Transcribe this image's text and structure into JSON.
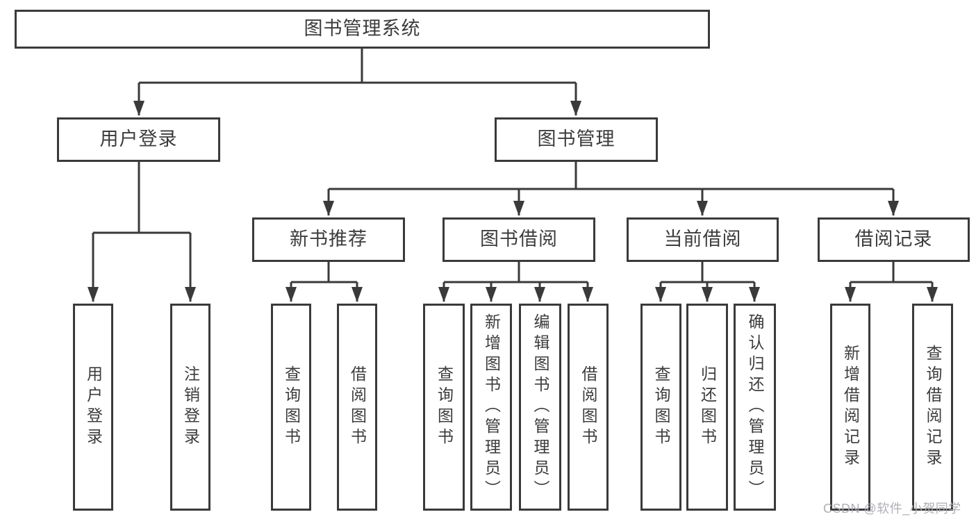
{
  "watermark": "CSDN @软件_小贺同学",
  "colors": {
    "line": "#3a3a3a",
    "border": "#3a3a3a",
    "text": "#3c3c3c",
    "background": "#ffffff",
    "watermark": "#ababb2"
  },
  "tree": {
    "label": "图书管理系统",
    "children": [
      {
        "label": "用户登录",
        "children": [
          {
            "label": "用户登录"
          },
          {
            "label": "注销登录"
          }
        ]
      },
      {
        "label": "图书管理",
        "children": [
          {
            "label": "新书推荐",
            "children": [
              {
                "label": "查询图书"
              },
              {
                "label": "借阅图书"
              }
            ]
          },
          {
            "label": "图书借阅",
            "children": [
              {
                "label": "查询图书"
              },
              {
                "label": "新增图书（管理员）"
              },
              {
                "label": "编辑图书（管理员）"
              },
              {
                "label": "借阅图书"
              }
            ]
          },
          {
            "label": "当前借阅",
            "children": [
              {
                "label": "查询图书"
              },
              {
                "label": "归还图书"
              },
              {
                "label": "确认归还（管理员）"
              }
            ]
          },
          {
            "label": "借阅记录",
            "children": [
              {
                "label": "新增借阅记录"
              },
              {
                "label": "查询借阅记录"
              }
            ]
          }
        ]
      }
    ]
  }
}
